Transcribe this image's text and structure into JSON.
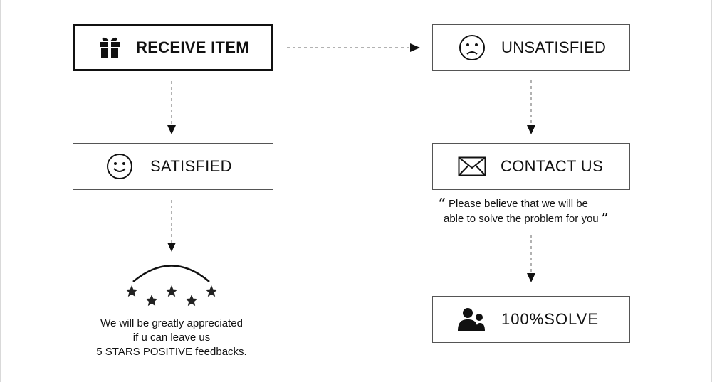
{
  "nodes": {
    "receive_item": {
      "label": "RECEIVE ITEM",
      "icon": "gift-icon"
    },
    "unsatisfied": {
      "label": "UNSATISFIED",
      "icon": "sad-face-icon"
    },
    "satisfied": {
      "label": "SATISFIED",
      "icon": "smiley-face-icon"
    },
    "contact_us": {
      "label": "CONTACT US",
      "icon": "envelope-icon"
    },
    "solve": {
      "label": "100%SOLVE",
      "icon": "users-icon"
    }
  },
  "quote": {
    "open_mark": "“",
    "line1": "Please believe that we will be",
    "line2": "able to solve the problem for you",
    "close_mark": "”"
  },
  "rating": {
    "stars": 5,
    "icon": "five-stars-arc-icon",
    "text_lines": [
      "We will be greatly appreciated",
      "if u can leave us",
      "5 STARS POSITIVE feedbacks."
    ]
  },
  "colors": {
    "ink": "#111111",
    "border": "#555555",
    "connector": "#666666"
  }
}
